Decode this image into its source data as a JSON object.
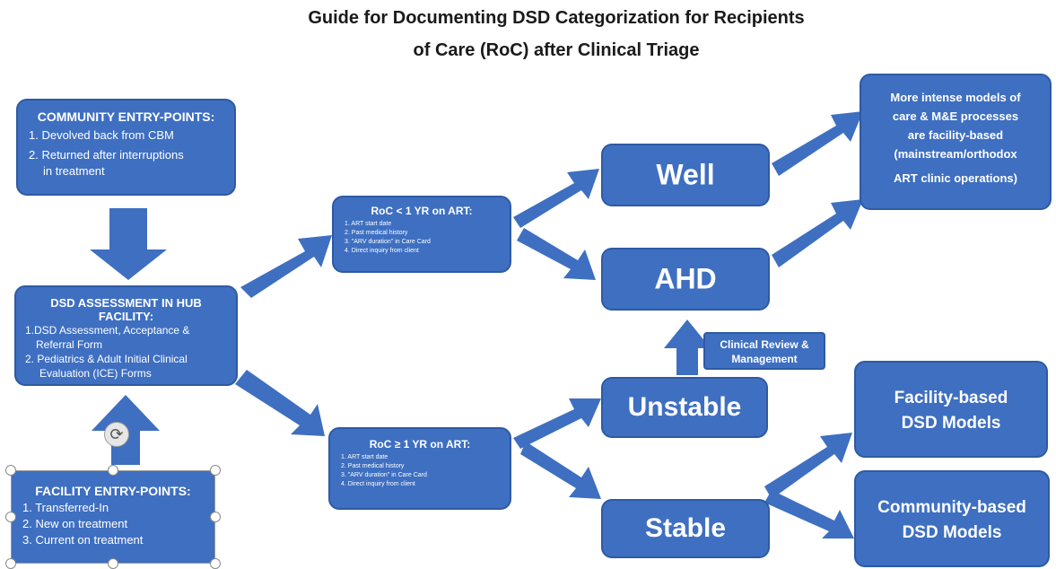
{
  "title_line1": "Guide for Documenting DSD Categorization for Recipients",
  "title_line2": "of Care (RoC) after Clinical Triage",
  "community": {
    "header": "COMMUNITY ENTRY-POINTS:",
    "items": [
      "1. Devolved back from CBM",
      "2. Returned after interruptions",
      "in treatment"
    ]
  },
  "assessment": {
    "header": "DSD ASSESSMENT IN HUB FACILITY:",
    "items": [
      "1.DSD Assessment, Acceptance &",
      "Referral Form",
      "2. Pediatrics & Adult Initial Clinical",
      "Evaluation (ICE) Forms"
    ]
  },
  "facility": {
    "header": "FACILITY ENTRY-POINTS:",
    "items": [
      "1. Transferred-In",
      "2. New on treatment",
      "3. Current on treatment"
    ]
  },
  "roc_lt": {
    "header": "RoC < 1 YR on ART:",
    "items": [
      "1. ART start date",
      "2. Past medical history",
      "3. \"ARV duration\" in Care Card",
      "4. Direct inquiry from client"
    ]
  },
  "roc_ge": {
    "header": "RoC ≥ 1 YR on ART:",
    "items": [
      "1. ART start date",
      "2. Past medical history",
      "3. \"ARV duration\" in Care Card",
      "4. Direct inquiry from client"
    ]
  },
  "well": "Well",
  "ahd": "AHD",
  "unstable": "Unstable",
  "stable": "Stable",
  "clinical_review": [
    "Clinical Review &",
    "Management"
  ],
  "intense": [
    "More intense models of",
    "care & M&E processes",
    "are facility-based",
    "(mainstream/orthodox",
    "ART clinic operations)"
  ],
  "facility_models": [
    "Facility-based",
    "DSD Models"
  ],
  "community_models": [
    "Community-based",
    "DSD Models"
  ],
  "colors": {
    "box": "#3e6fc1",
    "arrow": "#3e6fc1",
    "text": "#ffffff"
  }
}
